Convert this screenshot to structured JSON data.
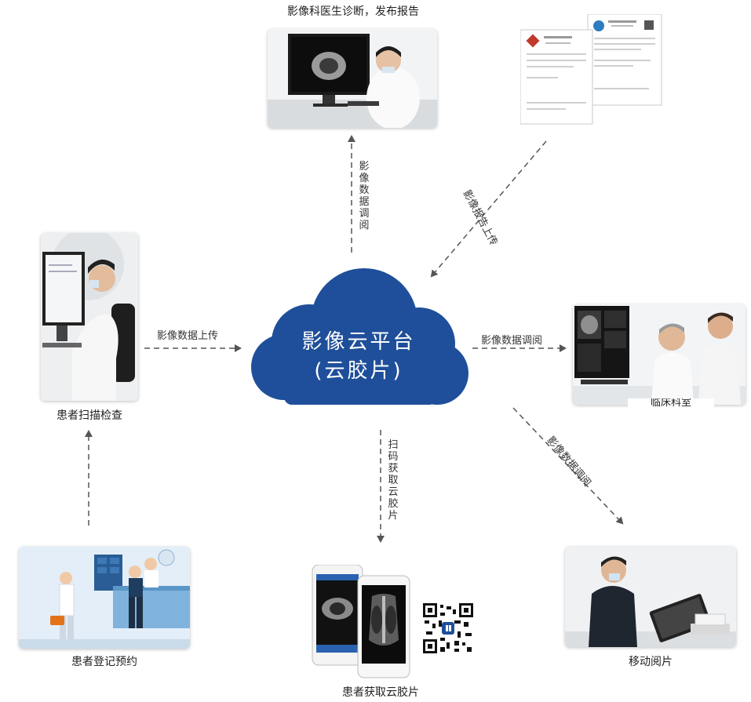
{
  "platform": {
    "line1": "影像云平台",
    "line2": "(云胶片)"
  },
  "nodes": {
    "doctor_diagnosis": "影像科医生诊断，发布报告",
    "scan_check": "患者扫描检查",
    "register": "患者登记预约",
    "get_film": "患者获取云胶片",
    "mobile_view": "移动阅片",
    "clinical": "临床科室"
  },
  "edges": {
    "to_doctor": "影像数据调阅",
    "report_upload": "影像报告上传",
    "scan_upload": "影像数据上传",
    "to_clinical": "影像数据调阅",
    "scan_qr": "扫码获取云胶片",
    "to_mobile": "影像数据调阅"
  },
  "colors": {
    "cloud": "#1f4f9a",
    "arrow": "#555555"
  }
}
